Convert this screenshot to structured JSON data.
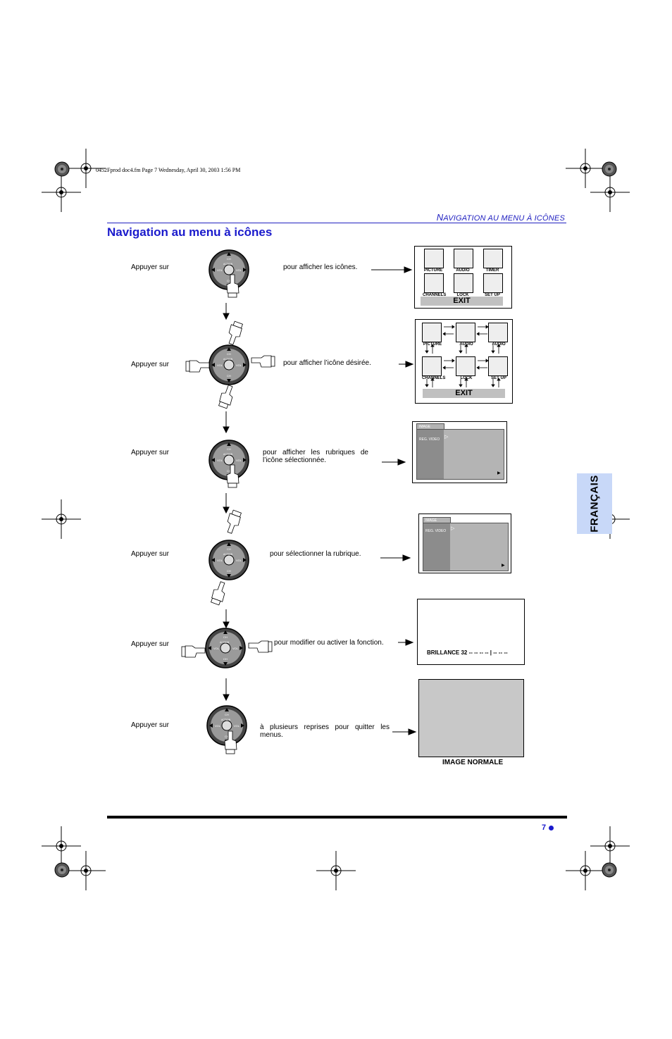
{
  "header_note": "0452Fprod doc4.fm  Page 7  Wednesday, April 30, 2003  1:56 PM",
  "section_title_cap": "N",
  "section_title_rest": "avigation au menu à icônes",
  "page_title": "Navigation au menu à icônes",
  "language_tab": "FRANÇAIS",
  "page_number": "7",
  "steps": [
    {
      "label": "Appuyer sur",
      "desc": "pour afficher les icônes."
    },
    {
      "label": "Appuyer  sur",
      "desc": "pour afficher l’icône désirée."
    },
    {
      "label": "Appuyer sur",
      "desc": "pour  afficher  les  rubriques  de l’icône sélectionnée."
    },
    {
      "label": "Appuyer sur",
      "desc": "pour sélectionner la rubrique."
    },
    {
      "label": "Appuyer sur",
      "desc": "pour modifier ou activer la fonction."
    },
    {
      "label": "Appuyer sur",
      "desc": "à  plusieurs  reprises  pour  quitter  les menus."
    }
  ],
  "icon_menu": {
    "icons": [
      "PICTURE",
      "AUDIO",
      "TIMER",
      "CHANNELS",
      "LOCK",
      "SET UP"
    ],
    "exit": "EXIT"
  },
  "icon_menu_nav": {
    "icons": [
      "PICTURE",
      "AUDIO",
      "AUDIO",
      "CHANNELS",
      "LOCK",
      "SET UP"
    ],
    "exit": "EXIT"
  },
  "submenu": {
    "tab": "IMAGE",
    "item": "REG. VIDEO"
  },
  "remote": {
    "left": "VOL",
    "right": "VOL",
    "top": "CH",
    "bottom": "CH",
    "center": "ACTION"
  },
  "brightness": "BRILLANCE 32  -- -- -- -- | -- -- --",
  "normal_image": "IMAGE NORMALE",
  "colors": {
    "accent": "#1a1acc",
    "tab": "#c8d8f8"
  }
}
